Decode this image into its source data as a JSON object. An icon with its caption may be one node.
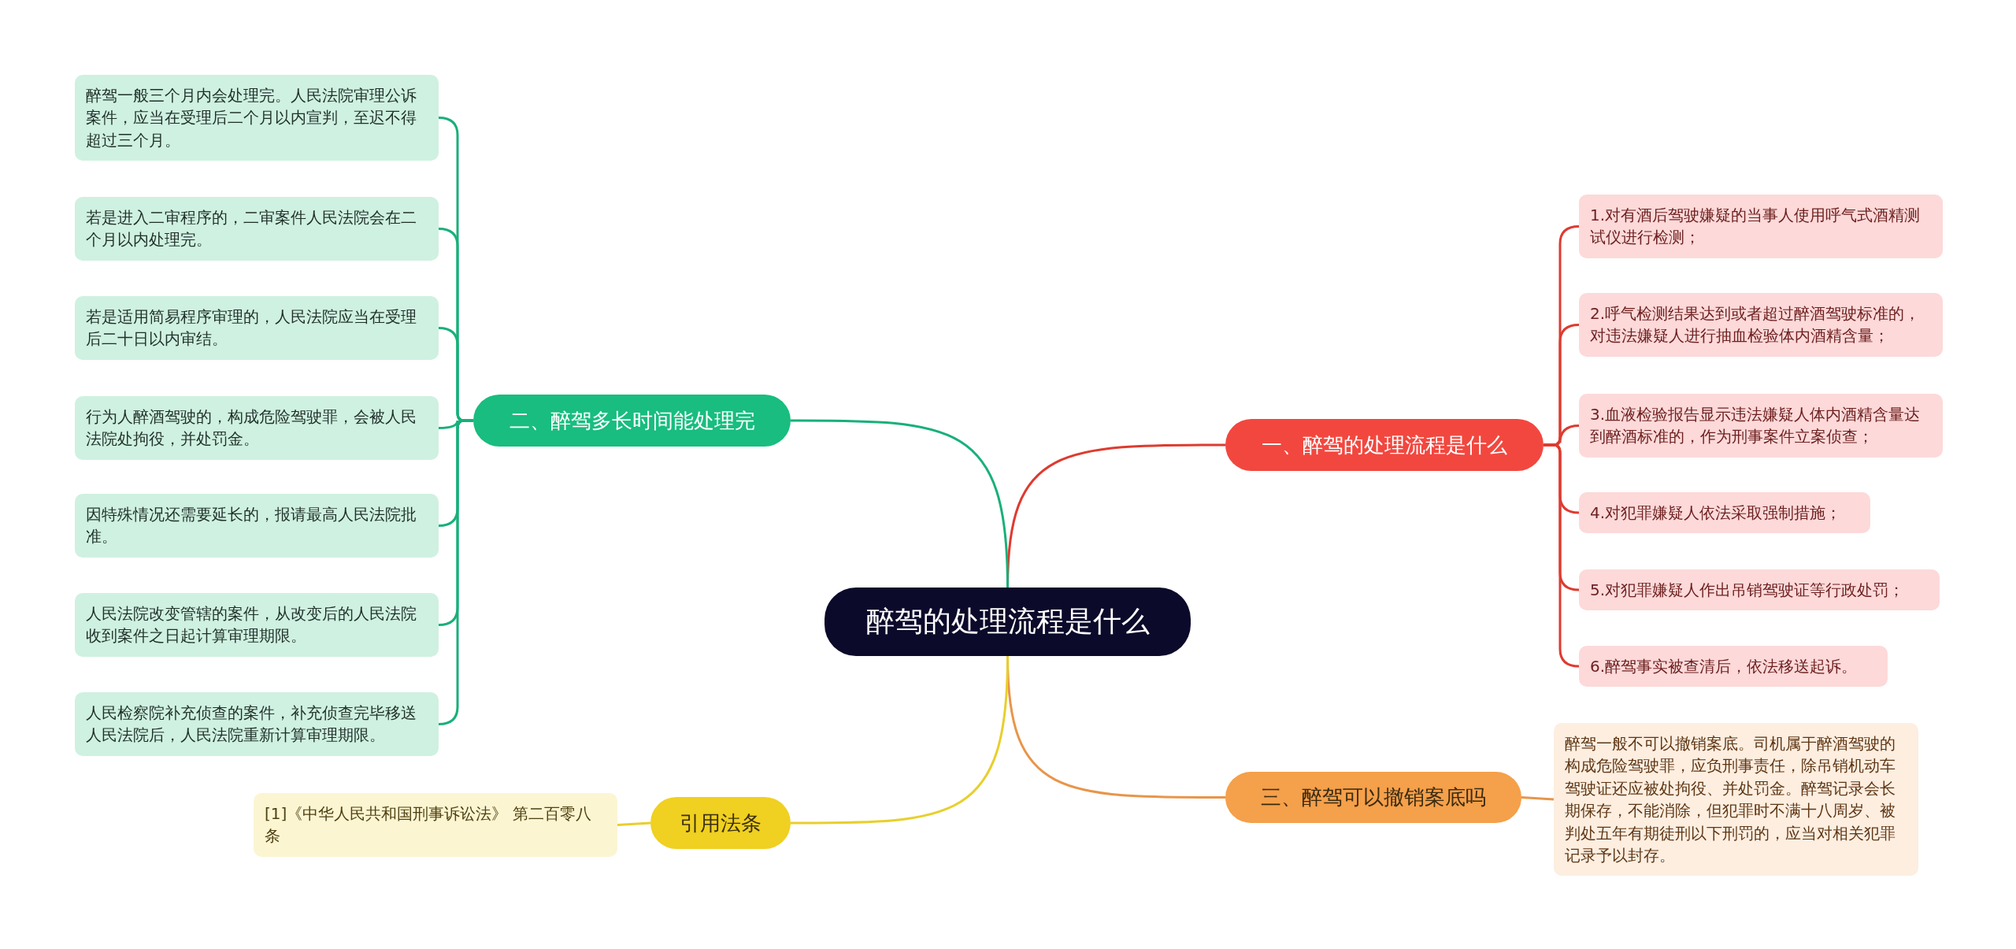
{
  "diagram": {
    "nodes": [
      {
        "text": [
          "醉驾的处理流程是什么"
        ]
      },
      {
        "text": [
          "一、醉驾的处理流程是什么"
        ]
      },
      {
        "text": [
          "1.对有酒后驾驶嫌疑的当事人使用呼气式酒精测试仪进行检测；"
        ]
      },
      {
        "text": [
          "2.呼气检测结果达到或者超过醉酒驾驶标准的，对违法嫌疑人进行抽血检验体内酒精含量；"
        ]
      },
      {
        "text": [
          "3.血液检验报告显示违法嫌疑人体内酒精含量达到醉酒标准的，作为刑事案件立案侦查；"
        ]
      },
      {
        "text": [
          "4.对犯罪嫌疑人依法采取强制措施；"
        ]
      },
      {
        "text": [
          "5.对犯罪嫌疑人作出吊销驾驶证等行政处罚；"
        ]
      },
      {
        "text": [
          "6.醉驾事实被查清后，依法移送起诉。"
        ]
      },
      {
        "text": [
          "二、醉驾多长时间能处理完"
        ]
      },
      {
        "text": [
          "醉驾一般三个月内会处理完。人民法院审理公诉案件，应当在受理后二个月以内宣判，至迟不得超过三个月。"
        ]
      },
      {
        "text": [
          "若是进入二审程序的，二审案件人民法院会在二个月以内处理完。"
        ]
      },
      {
        "text": [
          "若是适用简易程序审理的，人民法院应当在受理后二十日以内审结。"
        ]
      },
      {
        "text": [
          "行为人醉酒驾驶的，构成危险驾驶罪，会被人民法院处拘役，并处罚金。"
        ]
      },
      {
        "text": [
          "因特殊情况还需要延长的，报请最高人民法院批准。"
        ]
      },
      {
        "text": [
          "人民法院改变管辖的案件，从改变后的人民法院收到案件之日起计算审理期限。"
        ]
      },
      {
        "text": [
          "人民检察院补充侦查的案件，补充侦查完毕移送人民法院后，人民法院重新计算审理期限。"
        ]
      },
      {
        "text": [
          "三、醉驾可以撤销案底吗"
        ]
      },
      {
        "text": [
          "醉驾一般不可以撤销案底。司机属于醉酒驾驶的构成危险驾驶罪，应负刑事责任，除吊销机动车驾驶证还应被处拘役、并处罚金。醉驾记录会长期保存，不能消除，但犯罪时不满十八周岁、被判处五年有期徒刑以下刑罚的，应当对相关犯罪记录予以封存。"
        ]
      },
      {
        "text": [
          "引用法条"
        ]
      },
      {
        "text": [
          "[1]《中华人民共和国刑事诉讼法》 第二百零八条"
        ]
      }
    ],
    "edges": [
      {
        "from": 0,
        "to": 1,
        "arrow": "none",
        "color": "#de3b30"
      },
      {
        "from": 1,
        "to": 2,
        "arrow": "none",
        "color": "#de3b30"
      },
      {
        "from": 1,
        "to": 3,
        "arrow": "none",
        "color": "#de3b30"
      },
      {
        "from": 1,
        "to": 4,
        "arrow": "none",
        "color": "#de3b30"
      },
      {
        "from": 1,
        "to": 5,
        "arrow": "none",
        "color": "#de3b30"
      },
      {
        "from": 1,
        "to": 6,
        "arrow": "none",
        "color": "#de3b30"
      },
      {
        "from": 1,
        "to": 7,
        "arrow": "none",
        "color": "#de3b30"
      },
      {
        "from": 0,
        "to": 8,
        "arrow": "none"
      },
      {
        "from": 8,
        "to": 9,
        "arrow": "none"
      },
      {
        "from": 8,
        "to": 10,
        "arrow": "none"
      },
      {
        "from": 8,
        "to": 11,
        "arrow": "none"
      },
      {
        "from": 8,
        "to": 12,
        "arrow": "none"
      },
      {
        "from": 8,
        "to": 13,
        "arrow": "none"
      },
      {
        "from": 8,
        "to": 14,
        "arrow": "none"
      },
      {
        "from": 8,
        "to": 15,
        "arrow": "none"
      },
      {
        "from": 0,
        "to": 16,
        "arrow": "none",
        "color": "#e8954a"
      },
      {
        "from": 16,
        "to": 17,
        "arrow": "none",
        "color": "#e8954a"
      },
      {
        "from": 0,
        "to": 18,
        "arrow": "none",
        "color": "#e8cf2c"
      },
      {
        "from": 18,
        "to": 19,
        "arrow": "none",
        "color": "#e8cf2c"
      }
    ]
  }
}
